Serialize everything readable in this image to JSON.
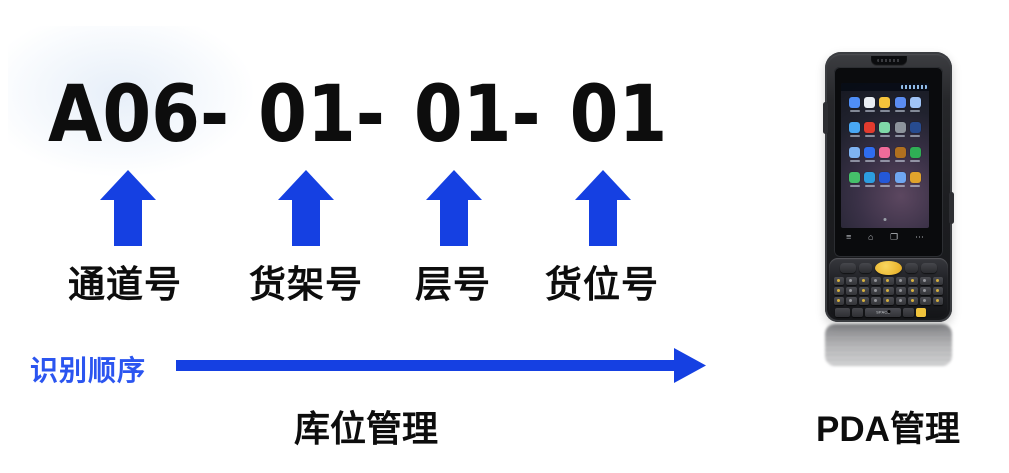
{
  "code": {
    "full_text": "A06- 01- 01- 01",
    "segments": [
      {
        "value": "A06",
        "label": "通道号"
      },
      {
        "value": "01",
        "label": "货架号"
      },
      {
        "value": "01",
        "label": "层号"
      },
      {
        "value": "01",
        "label": "货位号"
      }
    ]
  },
  "sequence": {
    "label": "识别顺序"
  },
  "captions": {
    "storage": "库位管理",
    "pda": "PDA管理"
  },
  "colors": {
    "arrow_blue": "#1540e2",
    "sequence_text_blue": "#2b55f0",
    "ink": "#0d0d0d",
    "pda_yellow": "#f0c33c"
  },
  "pda": {
    "space_key_label": "SPACE",
    "nav_icons": [
      "menu-icon",
      "home-icon",
      "back-icon",
      "more-icon"
    ],
    "nav_glyphs": [
      "≡",
      "⌂",
      "❐",
      "⋯"
    ],
    "keypad_rows": [
      9,
      9,
      9
    ],
    "app_icon_colors": [
      "#4f8ef7",
      "#e9edf2",
      "#f5c33b",
      "#5b8df2",
      "#9fc3f7",
      "#49a8f5",
      "#e23b2e",
      "#7fd9a8",
      "#8d939c",
      "#274b8f",
      "#7fb3f2",
      "#2f6df0",
      "#ef6b9a",
      "#b0701f",
      "#2fae55",
      "#45c06a",
      "#2c9de0",
      "#2458d8",
      "#6fa6f0",
      "#e0a32c"
    ]
  }
}
